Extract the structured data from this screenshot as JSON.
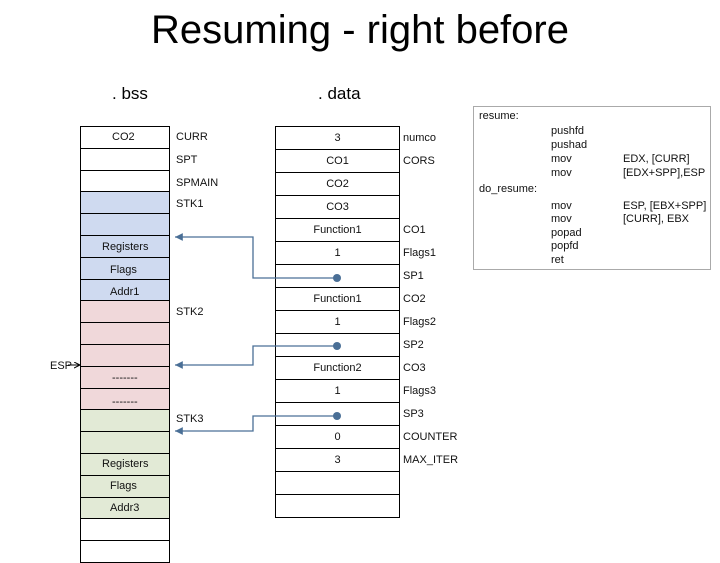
{
  "title": "Resuming - right before",
  "headers": {
    "bss": ". bss",
    "data": ". data"
  },
  "colors": {
    "blue": "#cfdaf0",
    "pink": "#f0d8da",
    "green": "#e2ead6",
    "white": "#ffffff",
    "arrow": "#4a6f96"
  },
  "bss_labels": {
    "co2": "CO2",
    "curr": "CURR",
    "spt": "SPT",
    "spmain": "SPMAIN",
    "stk1": "STK1",
    "registers_top": "Registers",
    "flags_top": "Flags",
    "addr1": "Addr1",
    "stk2": "STK2",
    "esp": "ESP",
    "dash1": "-------",
    "dash2": "-------",
    "stk3": "STK3",
    "registers_bottom": "Registers",
    "flags_bottom": "Flags",
    "addr3": "Addr3"
  },
  "stack_cells": [
    "white",
    "white",
    "white",
    "blue",
    "blue",
    "blue",
    "blue",
    "blue",
    "pink",
    "pink",
    "pink",
    "pink",
    "pink",
    "green",
    "green",
    "green",
    "green",
    "green",
    "white",
    "white"
  ],
  "data_cells": [
    "3",
    "CO1",
    "CO2",
    "CO3",
    "Function1",
    "1",
    "",
    "Function1",
    "1",
    "",
    "Function2",
    "1",
    "",
    "0",
    "3"
  ],
  "data_right_labels": [
    "numco",
    "CORS",
    "",
    "",
    "CO1",
    "Flags1",
    "SP1",
    "CO2",
    "Flags2",
    "SP2",
    "CO3",
    "Flags3",
    "SP3",
    "COUNTER",
    "MAX_ITER"
  ],
  "resume": {
    "label": "resume:",
    "do_resume_label": "do_resume:",
    "ops": [
      "pushfd",
      "pushad",
      "mov",
      "mov",
      "mov",
      "mov",
      "popad",
      "popfd",
      "ret"
    ],
    "operands": [
      "",
      "",
      "EDX, [CURR]",
      "[EDX+SPP],ESP",
      "ESP, [EBX+SPP]",
      "[CURR], EBX",
      "",
      "",
      ""
    ]
  }
}
